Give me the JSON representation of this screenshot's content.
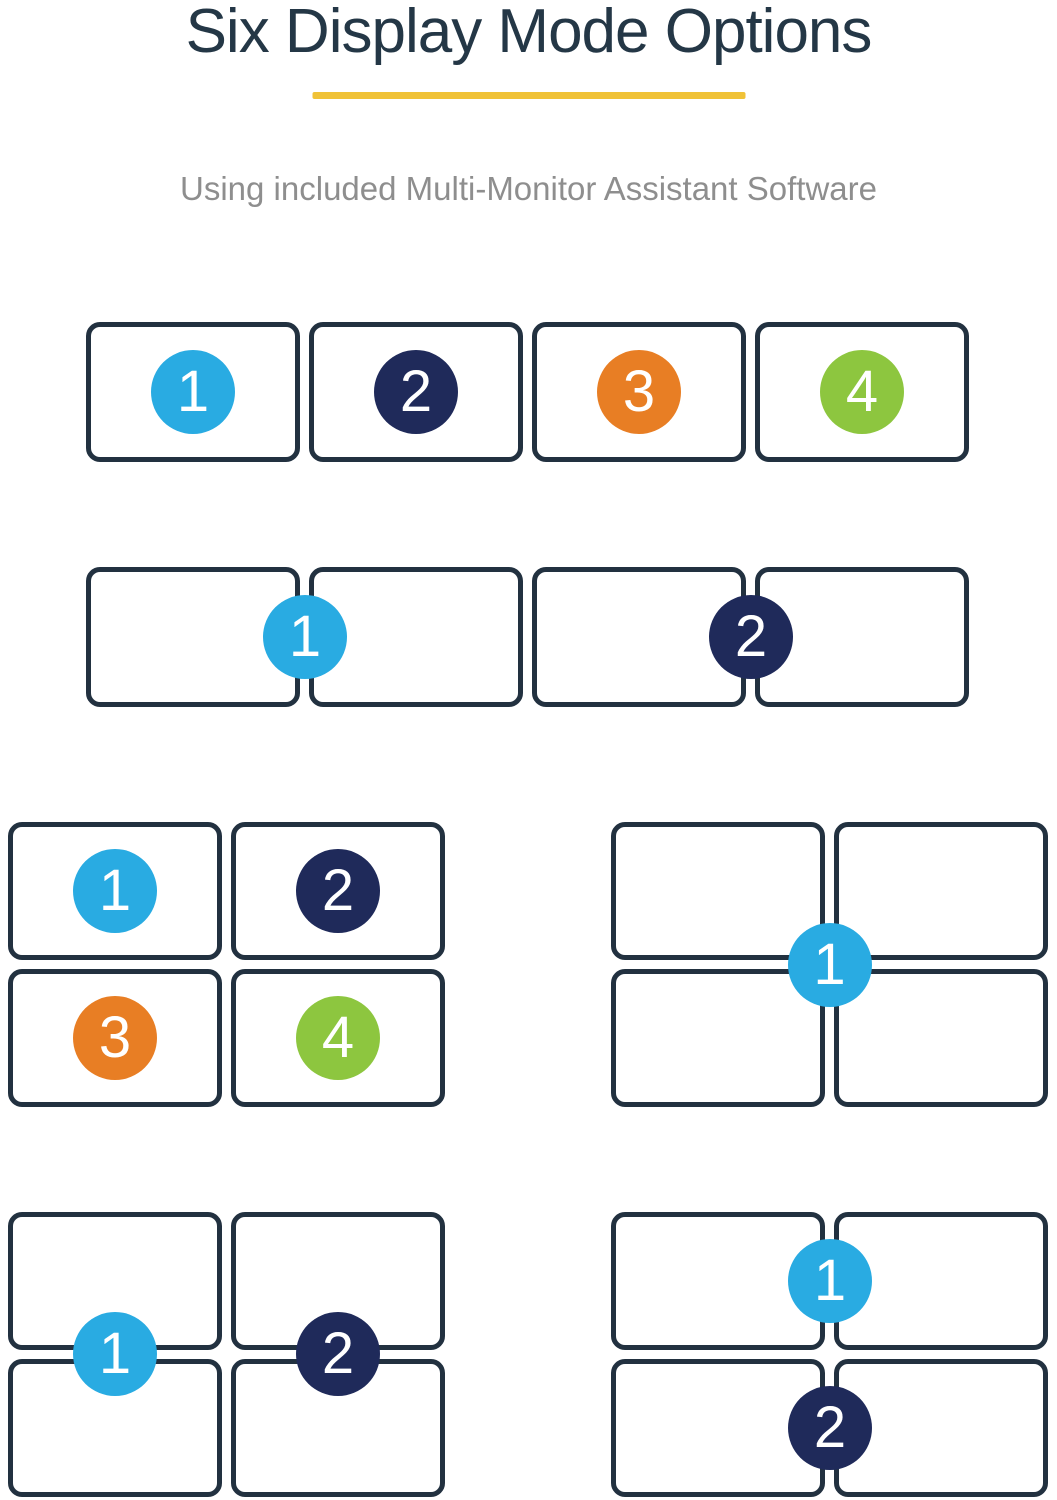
{
  "header": {
    "title": "Six Display Mode Options",
    "subtitle": "Using included Multi-Monitor Assistant Software",
    "title_color": "#243746",
    "subtitle_color": "#8E8E8E",
    "underline_color": "#F0C237"
  },
  "style": {
    "monitor_border_color": "#223140",
    "badge_text_color": "#FFFFFF"
  },
  "badge_colors": {
    "display_1": "#29ABE2",
    "display_2": "#1F2A5A",
    "display_3": "#E87E24",
    "display_4": "#8DC63F"
  },
  "modes": [
    {
      "id": "four-extended-row",
      "layout": "1x4 row, one numbered display per monitor",
      "badges": [
        {
          "label": "1",
          "color": "#29ABE2"
        },
        {
          "label": "2",
          "color": "#1F2A5A"
        },
        {
          "label": "3",
          "color": "#E87E24"
        },
        {
          "label": "4",
          "color": "#8DC63F"
        }
      ]
    },
    {
      "id": "two-spanned-row",
      "layout": "1x4 row, each display spans a pair of monitors",
      "badges": [
        {
          "label": "1",
          "color": "#29ABE2"
        },
        {
          "label": "2",
          "color": "#1F2A5A"
        }
      ]
    },
    {
      "id": "four-extended-grid",
      "layout": "2x2 grid, one numbered display per monitor",
      "badges": [
        {
          "label": "1",
          "color": "#29ABE2"
        },
        {
          "label": "2",
          "color": "#1F2A5A"
        },
        {
          "label": "3",
          "color": "#E87E24"
        },
        {
          "label": "4",
          "color": "#8DC63F"
        }
      ]
    },
    {
      "id": "one-spanned-grid",
      "layout": "2x2 grid, single display spans all four monitors",
      "badges": [
        {
          "label": "1",
          "color": "#29ABE2"
        }
      ]
    },
    {
      "id": "two-spanned-columns",
      "layout": "2x2 grid, each display spans a vertical pair",
      "badges": [
        {
          "label": "1",
          "color": "#29ABE2"
        },
        {
          "label": "2",
          "color": "#1F2A5A"
        }
      ]
    },
    {
      "id": "two-spanned-rows",
      "layout": "2x2 grid, each display spans a horizontal pair",
      "badges": [
        {
          "label": "1",
          "color": "#29ABE2"
        },
        {
          "label": "2",
          "color": "#1F2A5A"
        }
      ]
    }
  ]
}
